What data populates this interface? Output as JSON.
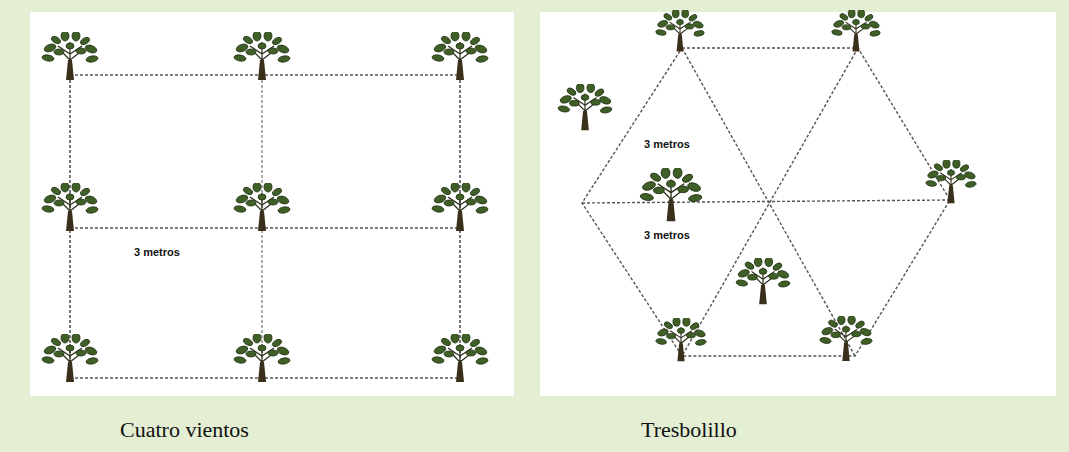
{
  "diagram": {
    "labels": [
      "3 metros",
      "3 metros",
      "3 metros",
      "Cuatro vientos",
      "Tresbolillo"
    ]
  }
}
